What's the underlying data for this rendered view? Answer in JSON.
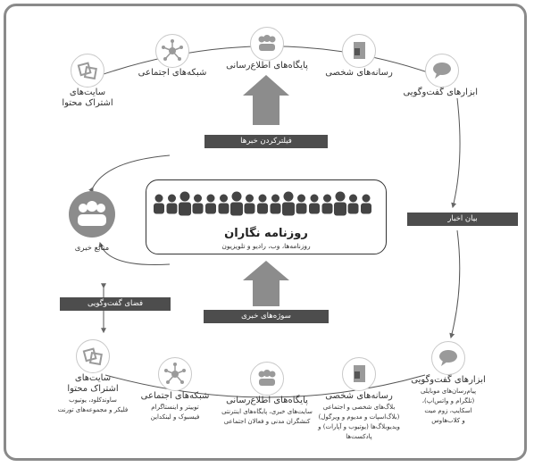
{
  "top_row": [
    {
      "label": "ابزارهای گفت‌وگویی"
    },
    {
      "label": "رسانه‌های شخصی"
    },
    {
      "label": "پایگاه‌های اطلاع‌رسانی"
    },
    {
      "label": "شبکه‌های اجتماعی"
    },
    {
      "label": "سایت‌های اشتراک محتوا",
      "line1": "سایت‌های",
      "line2": "اشتراک محتوا"
    }
  ],
  "bottom_row": [
    {
      "label": "ابزارهای گفت‌وگویی",
      "sub1": "پیام‌رسان‌های موبایلی",
      "sub2": "(تلگرام و واتس‌اپ)،",
      "sub3": "اسکایپ، زوم میت",
      "sub4": "و کلاب‌هاوس"
    },
    {
      "label": "رسانه‌های شخصی",
      "sub1": "بلاگ‌های شخصی و اجتماعی",
      "sub2": "(بلاگ‌اسپات و مدیوم و ویرگول)",
      "sub3": "ویدیوبلاگ‌ها (یوتیوب و آپارات) و",
      "sub4": "پادکست‌ها"
    },
    {
      "label": "پایگاه‌های اطلاع‌رسانی",
      "sub1": "سایت‌های خبری، پایگاه‌های اینترنتی",
      "sub2": "کنشگران مدنی و فعالان اجتماعی"
    },
    {
      "label": "شبکه‌های اجتماعی",
      "sub1": "توییتر و اینستاگرام",
      "sub2": "فیسبوک و لینکداین"
    },
    {
      "label": "سایت‌های اشتراک محتوا",
      "line1": "سایت‌های",
      "line2": "اشتراک محتوا",
      "sub1": "ساوندکلود، یوتیوب",
      "sub2": "فلیکر و مجموعه‌های تورنت"
    }
  ],
  "bars": {
    "filter": "فیلترکردن خبرها",
    "statement": "بیان اخبار",
    "sources": "سوژه‌های خبری",
    "dialogue": "فضای گفت‌وگویی"
  },
  "center": {
    "title": "روزنامه نگاران",
    "subtitle": "روزنامه‌ها، وب، رادیو و تلویزیون"
  },
  "news_source": {
    "label": "منابع خبری"
  },
  "colors": {
    "dark_bar": "#4d4d4d",
    "icon_gray": "#8c8c8c",
    "frame": "#8a8a8a"
  }
}
